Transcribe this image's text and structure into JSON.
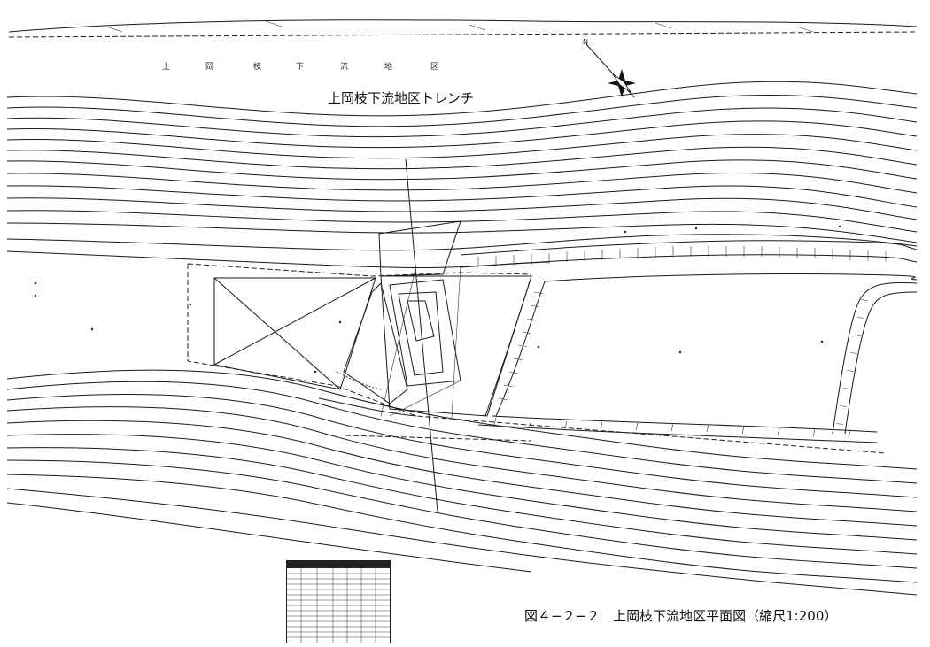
{
  "map": {
    "district_label_spaced": [
      "上",
      "岡",
      "枝",
      "下",
      "流",
      "地",
      "区"
    ],
    "trench_title": "上岡枝下流地区トレンチ",
    "north_label": "N"
  },
  "caption": {
    "text": "図４−２−２　上岡枝下流地区平面図（縮尺1:200）"
  },
  "coordinate_table": {
    "rows": 14,
    "cols": 7
  }
}
